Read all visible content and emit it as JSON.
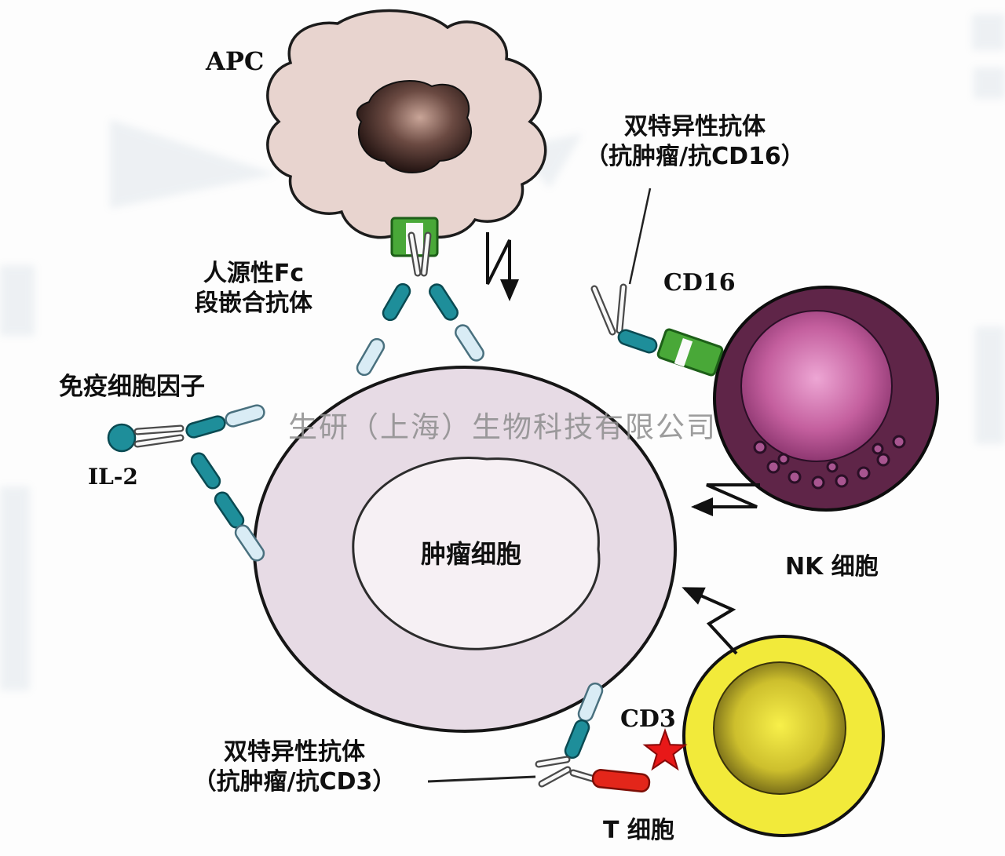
{
  "watermark": "生研（上海）生物科技有限公司",
  "cells": {
    "apc_label": "APC",
    "tumor_label": "肿瘤细胞",
    "nk_label": "NK 细胞",
    "t_label": "T 细胞"
  },
  "annotations": {
    "bispecific_cd16": {
      "line1": "双特异性抗体",
      "line2": "（抗肿瘤/抗CD16）"
    },
    "humanized_fc": {
      "line1": "人源性Fc",
      "line2": "段嵌合抗体"
    },
    "immunocytokine": "免疫细胞因子",
    "il2": "IL-2",
    "cd16": "CD16",
    "cd3": "CD3",
    "bispecific_cd3": {
      "line1": "双特异性抗体",
      "line2": "（抗肿瘤/抗CD3）"
    }
  },
  "icons": {
    "cd3-star-icon": "★",
    "il2-icon": "●",
    "lightning-arrow-icon": "↯"
  },
  "colors": {
    "antibody_teal": "#1e8e9a",
    "antibody_pale": "#d9ecf5",
    "linker_green": "#49a838",
    "linker_red": "#e3261a",
    "star_red": "#e81818",
    "apc_fill": "#e8d4cf",
    "tumor_fill": "#e7dbe5",
    "tumor_inner_fill": "#f6f0f4",
    "nk_outer": "#5f2548",
    "nk_inner_center": "#e9a0d0",
    "t_outer": "#f2ea3a",
    "watermark_gray": "#8d8d8d"
  }
}
